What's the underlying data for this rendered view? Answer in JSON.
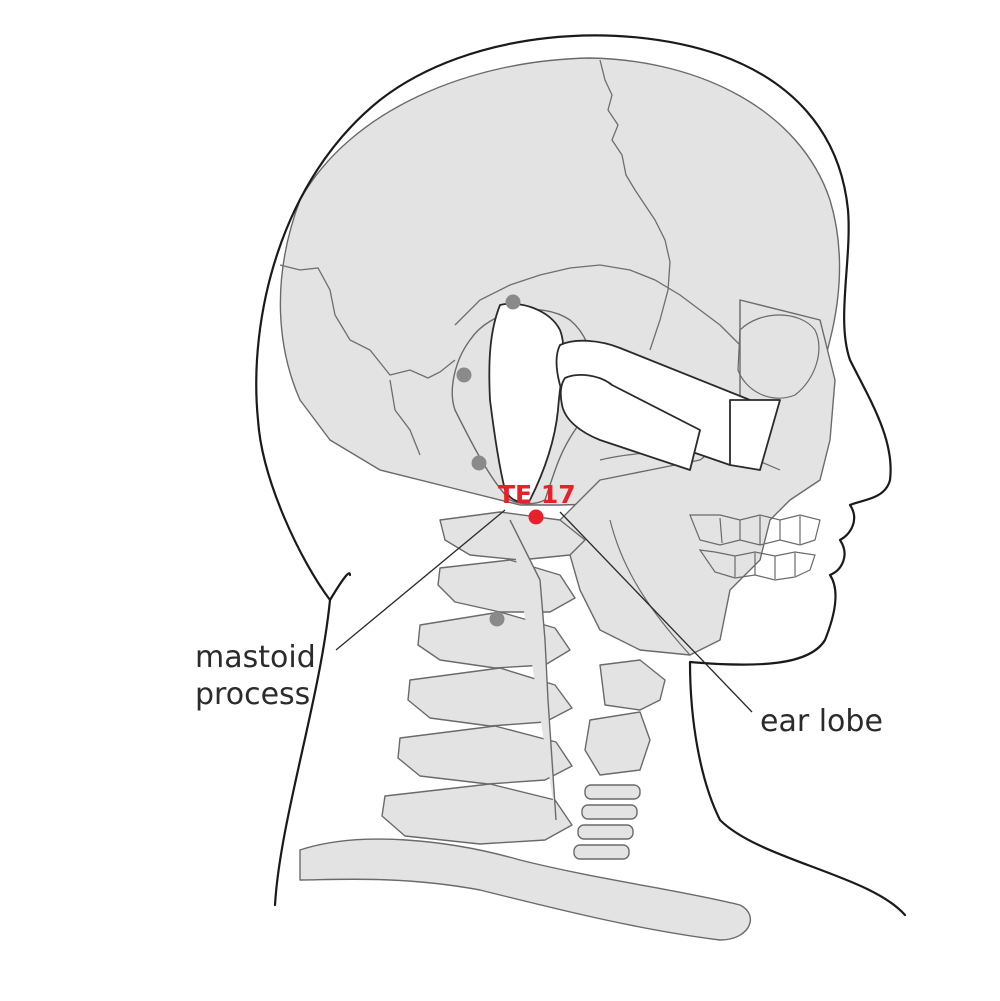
{
  "labels": {
    "point_name": "TE 17",
    "mastoid_line1": "mastoid",
    "mastoid_line2": "process",
    "ear_lobe": "ear lobe"
  },
  "colors": {
    "acupoint": "#e8202a",
    "neighbor_points": "#8a8a8a",
    "bone_fill": "#e3e3e3",
    "outline": "#1a1a1a"
  },
  "icons": {
    "acupoint_marker": "red-dot",
    "neighbor_marker": "grey-dot",
    "hand": "index-and-middle-finger-hand"
  }
}
